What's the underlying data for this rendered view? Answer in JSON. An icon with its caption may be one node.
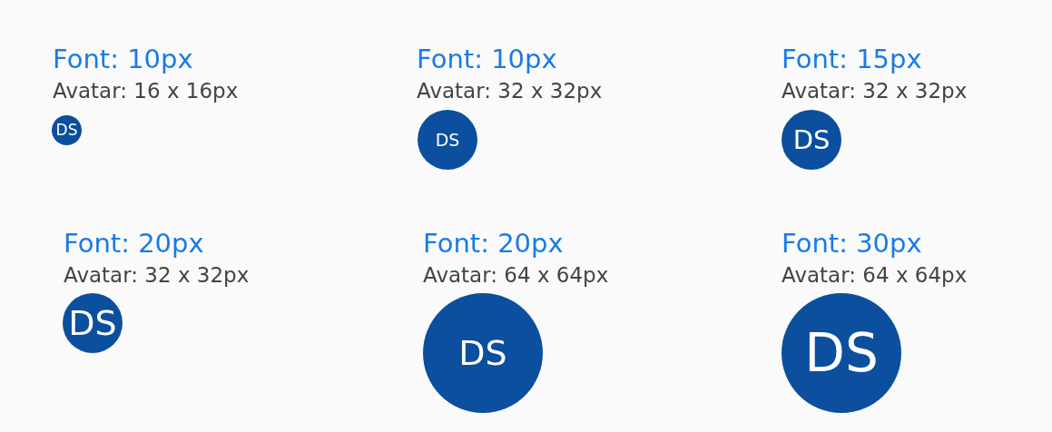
{
  "diagram": {
    "nodes": [
      {
        "text": [
          "DS"
        ],
        "beside": [
          "Font: 10px",
          "Avatar: 16 x 16px"
        ]
      },
      {
        "text": [
          "DS"
        ],
        "beside": [
          "Font: 10px",
          "Avatar: 32 x 32px"
        ]
      },
      {
        "text": [
          "DS"
        ],
        "beside": [
          "Font: 15px",
          "Avatar: 32 x 32px"
        ]
      },
      {
        "text": [
          "DS"
        ],
        "beside": [
          "Font: 20px",
          "Avatar: 32 x 32px"
        ]
      },
      {
        "text": [
          "DS"
        ],
        "beside": [
          "Font: 20px",
          "Avatar: 64 x 64px"
        ]
      },
      {
        "text": [
          "DS"
        ],
        "beside": [
          "Font: 30px",
          "Avatar: 64 x 64px"
        ]
      }
    ]
  }
}
